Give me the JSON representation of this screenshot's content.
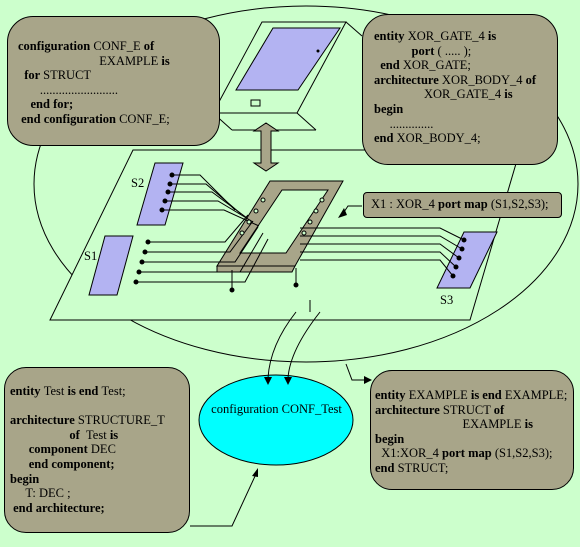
{
  "colors": {
    "background": "#ccffcc",
    "code_box": "#a8a589",
    "chip_pad": "#b3b3f2",
    "config_ellipse": "#00ffff",
    "arrow": "#a8a589"
  },
  "config_box": {
    "lines": [
      [
        {
          "t": "configuration ",
          "b": true
        },
        {
          "t": "CONF_E ",
          "b": false
        },
        {
          "t": "of",
          "b": true
        }
      ],
      [
        {
          "t": "                          EXAMPLE ",
          "b": false
        },
        {
          "t": "is",
          "b": true
        }
      ],
      [
        {
          "t": "  for ",
          "b": true
        },
        {
          "t": "STRUCT",
          "b": false
        }
      ],
      [
        {
          "t": "       .........................",
          "b": false
        }
      ],
      [
        {
          "t": "    end for;",
          "b": true
        }
      ],
      [
        {
          "t": " end configuration ",
          "b": true
        },
        {
          "t": "CONF_E;",
          "b": false
        }
      ]
    ]
  },
  "entity_box": {
    "lines": [
      [
        {
          "t": "entity ",
          "b": true
        },
        {
          "t": "XOR_GATE_4 ",
          "b": false
        },
        {
          "t": "is",
          "b": true
        }
      ],
      [
        {
          "t": "            port ",
          "b": true
        },
        {
          "t": "( ..... );",
          "b": false
        }
      ],
      [
        {
          "t": "  end ",
          "b": true
        },
        {
          "t": "XOR_GATE;",
          "b": false
        }
      ],
      [
        {
          "t": "architecture ",
          "b": true
        },
        {
          "t": "XOR_BODY_4 ",
          "b": false
        },
        {
          "t": "of",
          "b": true
        }
      ],
      [
        {
          "t": "                XOR_GATE_4 ",
          "b": false
        },
        {
          "t": "is",
          "b": true
        }
      ],
      [
        {
          "t": "begin",
          "b": true
        }
      ],
      [
        {
          "t": "     ..............",
          "b": false
        }
      ],
      [
        {
          "t": "end ",
          "b": true
        },
        {
          "t": "XOR_BODY_4;",
          "b": false
        }
      ]
    ]
  },
  "test_box": {
    "lines": [
      [
        {
          "t": "entity ",
          "b": true
        },
        {
          "t": "Test ",
          "b": false
        },
        {
          "t": "is end ",
          "b": true
        },
        {
          "t": "Test;",
          "b": false
        }
      ],
      [
        {
          "t": "",
          "b": false
        }
      ],
      [
        {
          "t": "architecture ",
          "b": true
        },
        {
          "t": "STRUCTURE_T",
          "b": false
        }
      ],
      [
        {
          "t": "                   of  ",
          "b": true
        },
        {
          "t": "Test ",
          "b": false
        },
        {
          "t": "is",
          "b": true
        }
      ],
      [
        {
          "t": "      component ",
          "b": true
        },
        {
          "t": "DEC",
          "b": false
        }
      ],
      [
        {
          "t": "      end component;",
          "b": true
        }
      ],
      [
        {
          "t": "begin",
          "b": true
        }
      ],
      [
        {
          "t": "     T: DEC ;",
          "b": false
        }
      ],
      [
        {
          "t": " end architecture;",
          "b": true
        }
      ]
    ]
  },
  "example_box": {
    "lines": [
      [
        {
          "t": "entity ",
          "b": true
        },
        {
          "t": "EXAMPLE ",
          "b": false
        },
        {
          "t": "is end ",
          "b": true
        },
        {
          "t": "EXAMPLE;",
          "b": false
        }
      ],
      [
        {
          "t": "architecture ",
          "b": true
        },
        {
          "t": "STRUCT ",
          "b": false
        },
        {
          "t": "of",
          "b": true
        }
      ],
      [
        {
          "t": "                            EXAMPLE ",
          "b": false
        },
        {
          "t": "is",
          "b": true
        }
      ],
      [
        {
          "t": "begin",
          "b": true
        }
      ],
      [
        {
          "t": "  X1:XOR_4 ",
          "b": false
        },
        {
          "t": "port map ",
          "b": true
        },
        {
          "t": "(S1,S2,S3);",
          "b": false
        }
      ],
      [
        {
          "t": "end ",
          "b": true
        },
        {
          "t": "STRUCT;",
          "b": false
        }
      ]
    ]
  },
  "portmap_label": [
    {
      "t": "X1 : XOR_4 ",
      "b": false
    },
    {
      "t": "port map ",
      "b": true
    },
    {
      "t": "(S1,S2,S3);",
      "b": false
    }
  ],
  "labels": {
    "s1": "S1",
    "s2": "S2",
    "s3": "S3"
  },
  "config_test_label": "configuration CONF_Test"
}
